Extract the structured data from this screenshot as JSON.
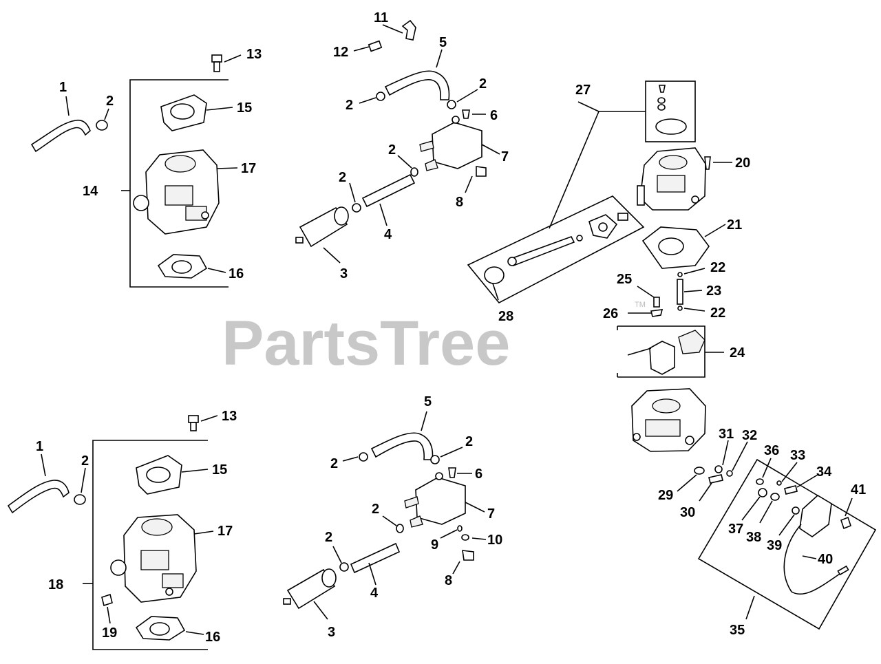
{
  "watermark": {
    "text": "PartsTree",
    "mark": "TM"
  },
  "callouts": {
    "c1a": "1",
    "c2a": "2",
    "c13a": "13",
    "c15a": "15",
    "c17a": "17",
    "c14": "14",
    "c16a": "16",
    "c11": "11",
    "c12": "12",
    "c5a": "5",
    "c2b": "2",
    "c2c": "2",
    "c6a": "6",
    "c7a": "7",
    "c2d": "2",
    "c2e": "2",
    "c8a": "8",
    "c4a": "4",
    "c3a": "3",
    "c27": "27",
    "c20": "20",
    "c21": "21",
    "c22a": "22",
    "c23": "23",
    "c22b": "22",
    "c25": "25",
    "c26": "26",
    "c28": "28",
    "c24": "24",
    "c13b": "13",
    "c1b": "1",
    "c2f": "2",
    "c15b": "15",
    "c17b": "17",
    "c18": "18",
    "c19": "19",
    "c16b": "16",
    "c5b": "5",
    "c2g": "2",
    "c2h": "2",
    "c6b": "6",
    "c7b": "7",
    "c2i": "2",
    "c2j": "2",
    "c9": "9",
    "c10": "10",
    "c8b": "8",
    "c4b": "4",
    "c3b": "3",
    "c31": "31",
    "c32": "32",
    "c36": "36",
    "c33": "33",
    "c34": "34",
    "c29": "29",
    "c30": "30",
    "c37": "37",
    "c38": "38",
    "c39": "39",
    "c41": "41",
    "c40": "40",
    "c35": "35"
  }
}
